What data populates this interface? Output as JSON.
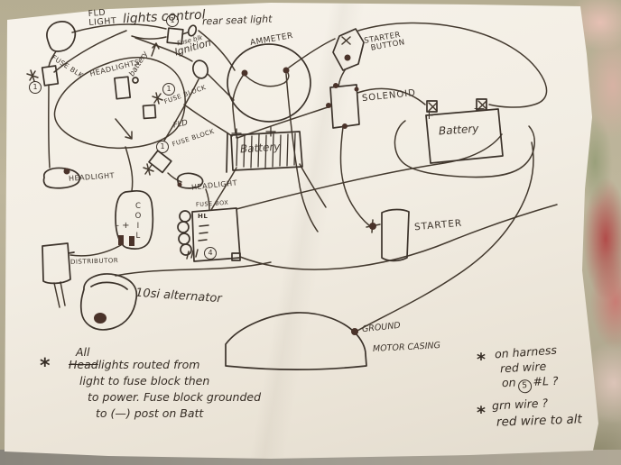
{
  "labels": {
    "fld_light_line1": "FLD",
    "fld_light_line2": "LIGHT",
    "lights_control": "lights control",
    "fuse_blk_small": "Fuse blk",
    "rear_seat_light": "rear seat light",
    "fuse_blk_left": "FUSE BLK",
    "headlights": "HEADLIGHTS",
    "battery_wire": "battery",
    "ignition": "Ignition",
    "ammeter": "AMMETER",
    "starter_button_line1": "STARTER",
    "starter_button_line2": "BUTTON",
    "solenoid": "SOLENOID",
    "battery_main": "Battery",
    "battery_center": "Battery",
    "plus": "+",
    "minus": "—",
    "fuse_block_upper": "FUSE BLOCK",
    "fuse_block_lower": "FUSE BLOCK",
    "fld_wire": "FLD",
    "headlight_left": "HEADLIGHT",
    "headlight_mid": "HEADLIGHT",
    "coil": "COIL",
    "coil_terminals": "–  +",
    "fuse_box": "FUSE BOX",
    "hl": "HL",
    "distributor": "DISTRIBUTOR",
    "alternator": "10si alternator",
    "starter": "STARTER",
    "ground": "GROUND",
    "motor_casing": "MOTOR CASING",
    "circled_one": "1",
    "circled_four": "4"
  },
  "notes": {
    "left": {
      "marker": "*",
      "inserted_word": "All",
      "struck_word": "Head",
      "line1_rest": "lights routed from",
      "line2": "light to fuse block then",
      "line3": "to power.  Fuse block grounded",
      "line4": "to (—) post on Batt"
    },
    "right_upper": {
      "marker": "*",
      "line1": "on harness",
      "line2": "red wire",
      "line3_pre": "on",
      "line3_circled": "5",
      "line3_post": "#L ?"
    },
    "right_lower": {
      "marker": "*",
      "line1": "grn wire ?",
      "line2": "red wire to alt"
    }
  },
  "colors": {
    "ink": "#3c332b",
    "paper": "#f3eee5",
    "fabric": "#b7af94",
    "flower_red": "#b24c4a",
    "flower_pink": "#e3bdb2"
  }
}
